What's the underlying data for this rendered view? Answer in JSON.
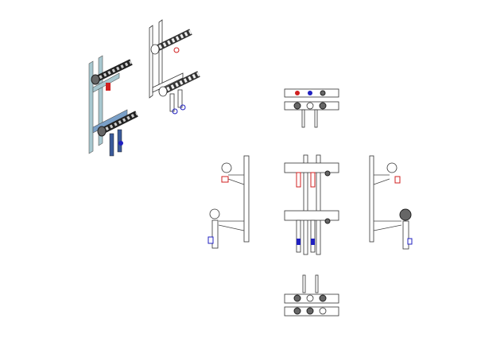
{
  "drawing": {
    "views": [
      "isometric-colored",
      "isometric-outline",
      "top-view",
      "left-view",
      "front-view",
      "right-view",
      "bottom-view"
    ],
    "colors": {
      "supply_valve": "#d02020",
      "return_valve": "#2020c0",
      "bracket_colored": "#a8c8d0",
      "line": "#333333"
    }
  }
}
